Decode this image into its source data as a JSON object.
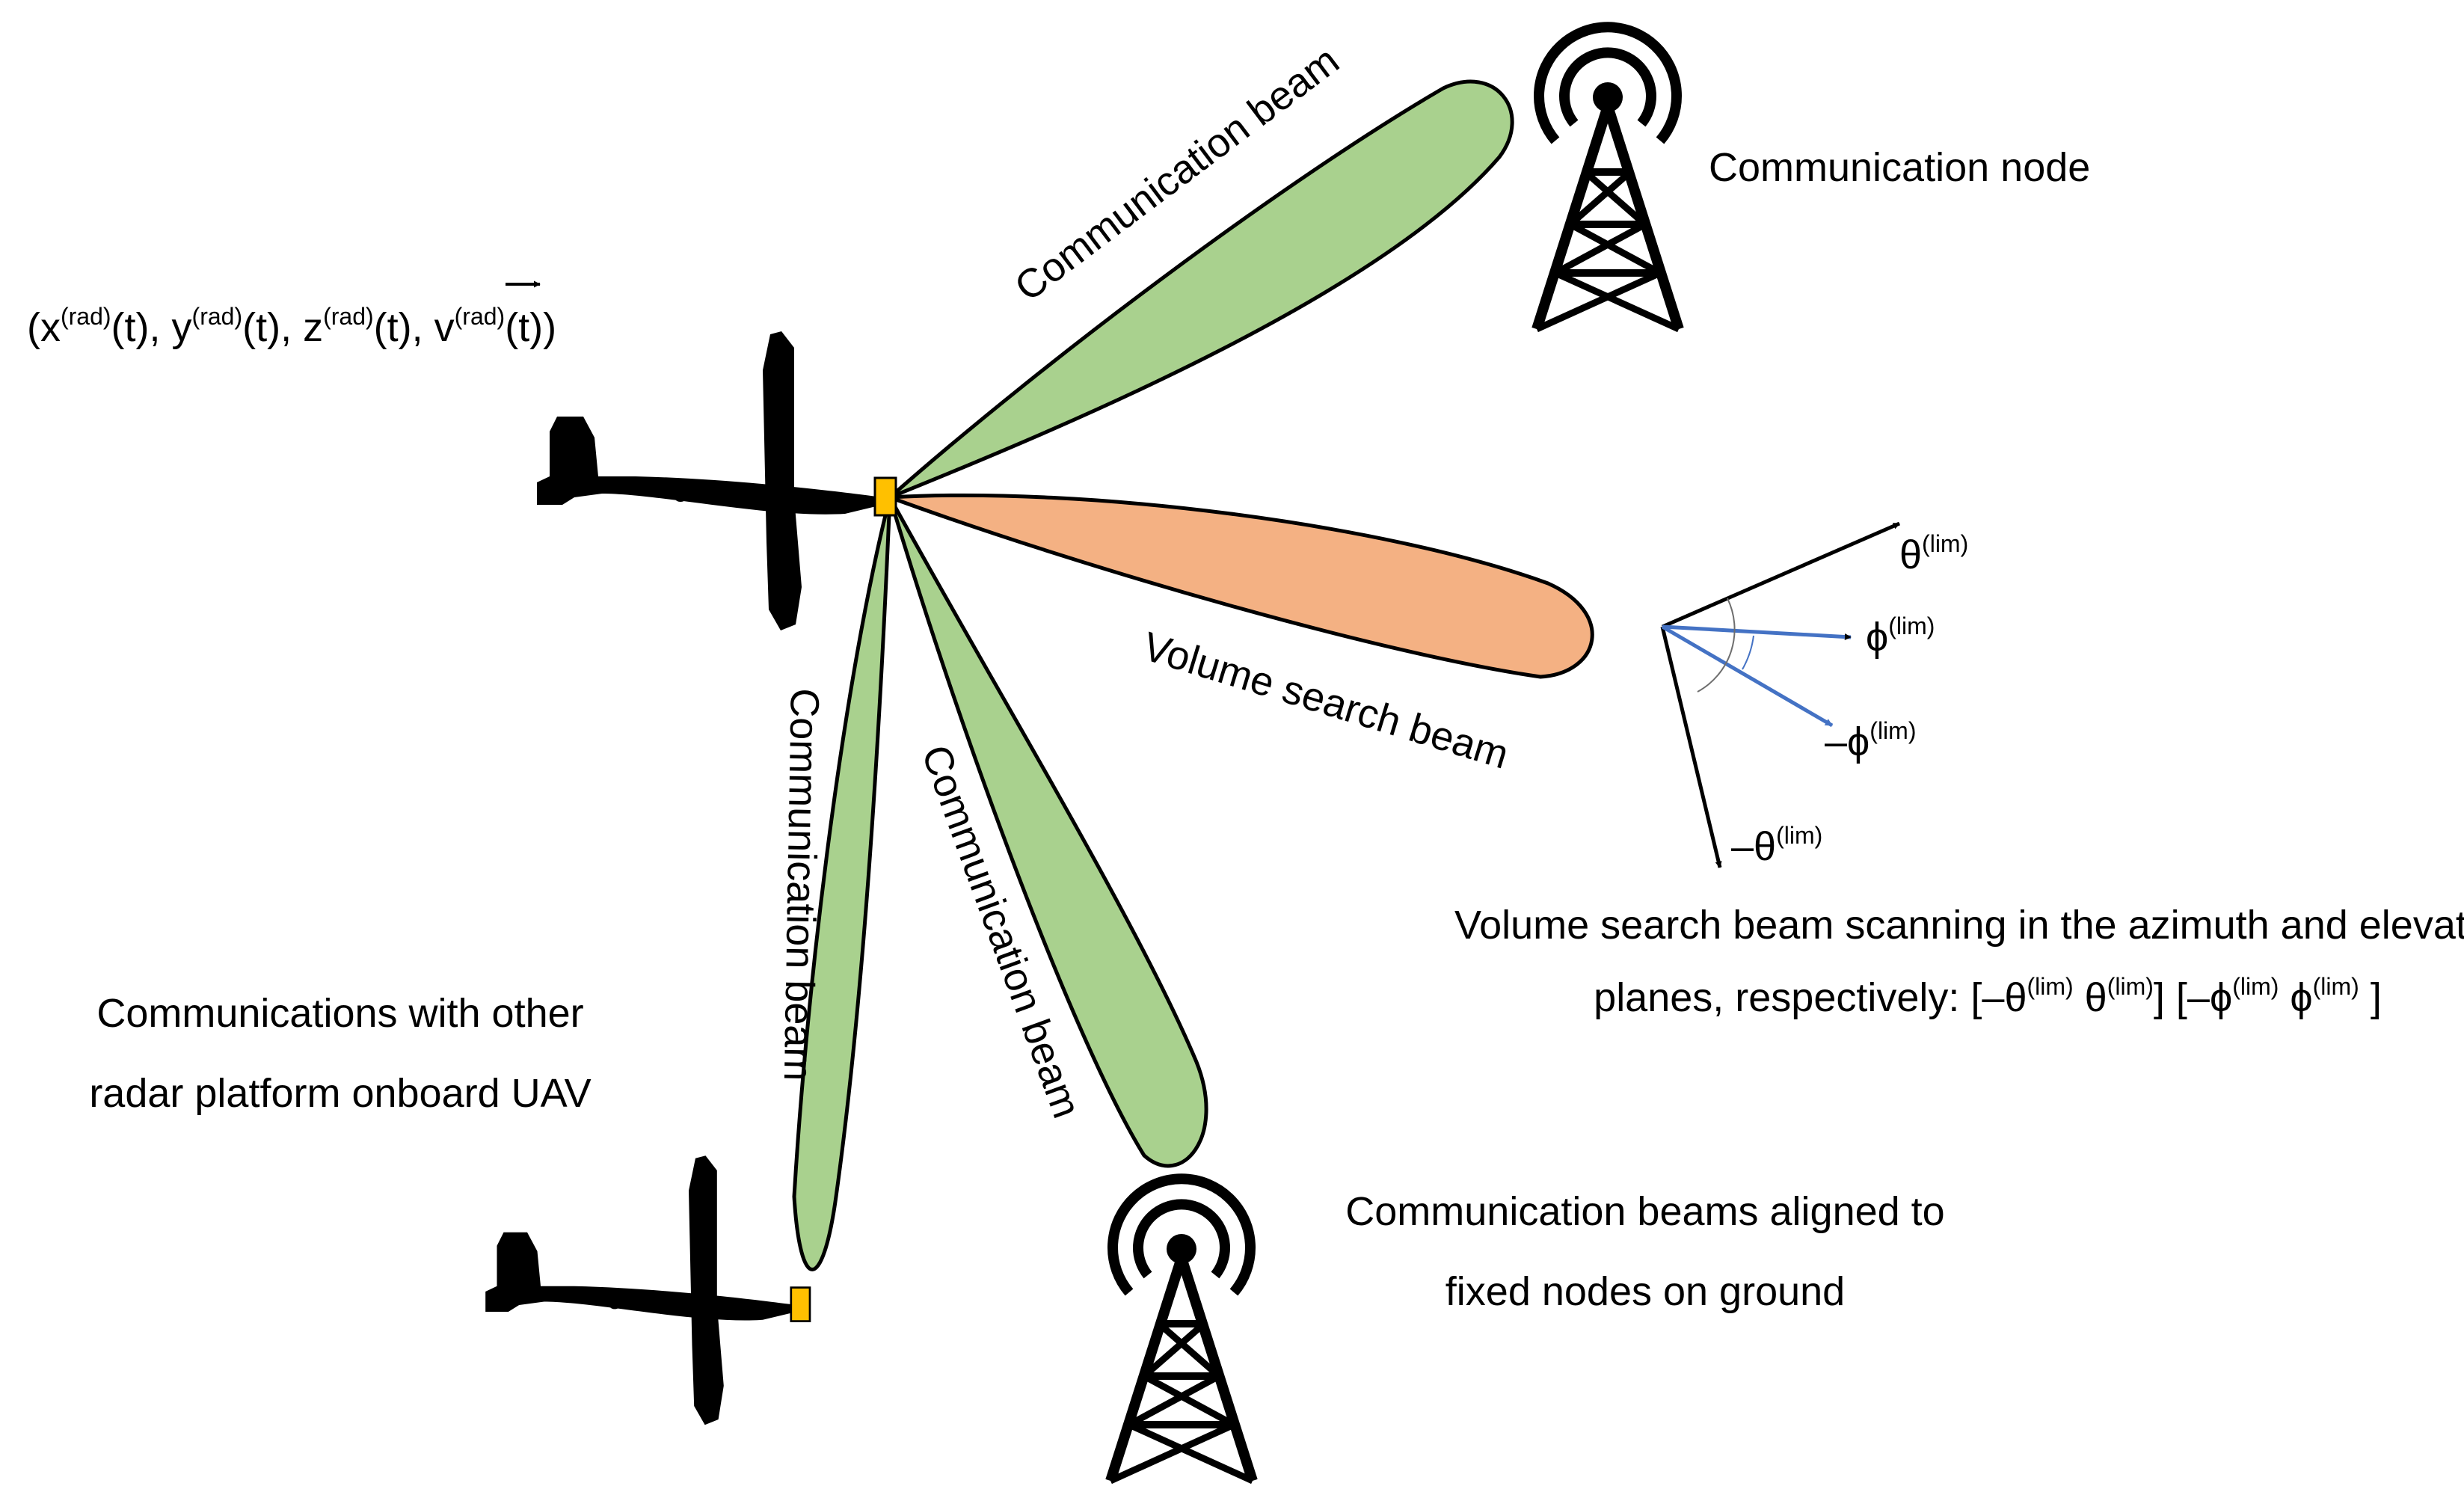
{
  "colors": {
    "comm_beam_fill": "#a9d18e",
    "search_beam_fill": "#f4b183",
    "radar_box": "#ffc000",
    "vector_blue": "#4472c4",
    "silhouette": "#000000"
  },
  "labels": {
    "position_sym": {
      "x": "(x",
      "y": ", y",
      "z": ", z",
      "v": ", v",
      "sup": "(rad)",
      "t": "(t)",
      "close": "(t))"
    },
    "comm_beam_top": "Communication beam",
    "comm_beam_mid": "Communication beam",
    "comm_beam_left": "Communication beam",
    "search_beam": "Volume search beam",
    "comm_node": "Communication node",
    "uav_comms": [
      "Communications with other",
      "radar platform onboard UAV"
    ],
    "ground_nodes": [
      "Communication beams aligned to",
      "fixed nodes on ground"
    ],
    "scan_desc": {
      "line1": "Volume search beam scanning in the azimuth and elevation",
      "line2_prefix": "planes, respectively: [–θ",
      "sup": "(lim)",
      "theta": " θ",
      "mid": "] [–ϕ",
      "phi": " ϕ",
      "end": " ]"
    },
    "axes": {
      "theta_pos": "θ",
      "phi_pos": "ϕ",
      "phi_neg": "–ϕ",
      "theta_neg": "–θ",
      "sup": "(lim)"
    }
  },
  "icons": [
    "aircraft-icon",
    "radar-module-icon",
    "antenna-tower-icon",
    "signal-waves-icon"
  ]
}
